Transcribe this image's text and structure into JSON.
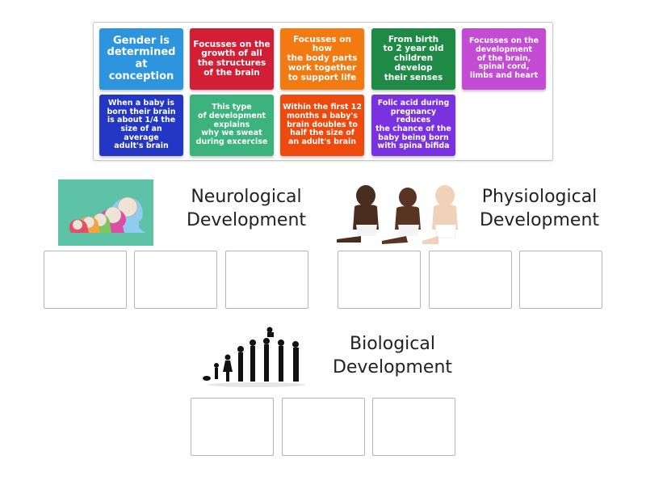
{
  "card_bank": {
    "cards": [
      {
        "text": "Gender is\ndetermined\nat\nconception",
        "color": "#2d94de",
        "size": "l"
      },
      {
        "text": "Focusses on the\ngrowth of all\nthe structures\nof the brain",
        "color": "#d31f36",
        "size": "m"
      },
      {
        "text": "Focusses on how\nthe body parts\nwork together\nto support life",
        "color": "#f27a10",
        "size": "m"
      },
      {
        "text": "From birth\nto 2 year old\nchildren develop\ntheir senses",
        "color": "#1f8a46",
        "size": "m"
      },
      {
        "text": "Focusses on the\ndevelopment\nof the brain,\nspinal cord,\nlimbs and heart",
        "color": "#c44bd4",
        "size": "m"
      },
      {
        "text": "When a baby is\nborn their brain\nis about 1/4 the\nsize of an average\nadult's brain",
        "color": "#2436c4",
        "size": "s"
      },
      {
        "text": "This type\nof development\nexplains\nwhy we sweat\nduring excercise",
        "color": "#3cb27c",
        "size": "s"
      },
      {
        "text": "Within the first 12\nmonths a baby's\nbrain doubles to\nhalf the size of\nan adult's brain",
        "color": "#ee4a0d",
        "size": "s"
      },
      {
        "text": "Folic acid during\npregnancy reduces\nthe chance of the\nbaby being born\nwith spina bifida",
        "color": "#7a32e0",
        "size": "s"
      }
    ]
  },
  "groups": [
    {
      "title": "Neurological\nDevelopment",
      "image": "heads-brains-illustration",
      "slots": 3
    },
    {
      "title": "Physiological\nDevelopment",
      "image": "three-babies-photo",
      "slots": 3
    },
    {
      "title": "Biological\nDevelopment",
      "image": "life-stages-silhouettes",
      "slots": 3
    }
  ]
}
